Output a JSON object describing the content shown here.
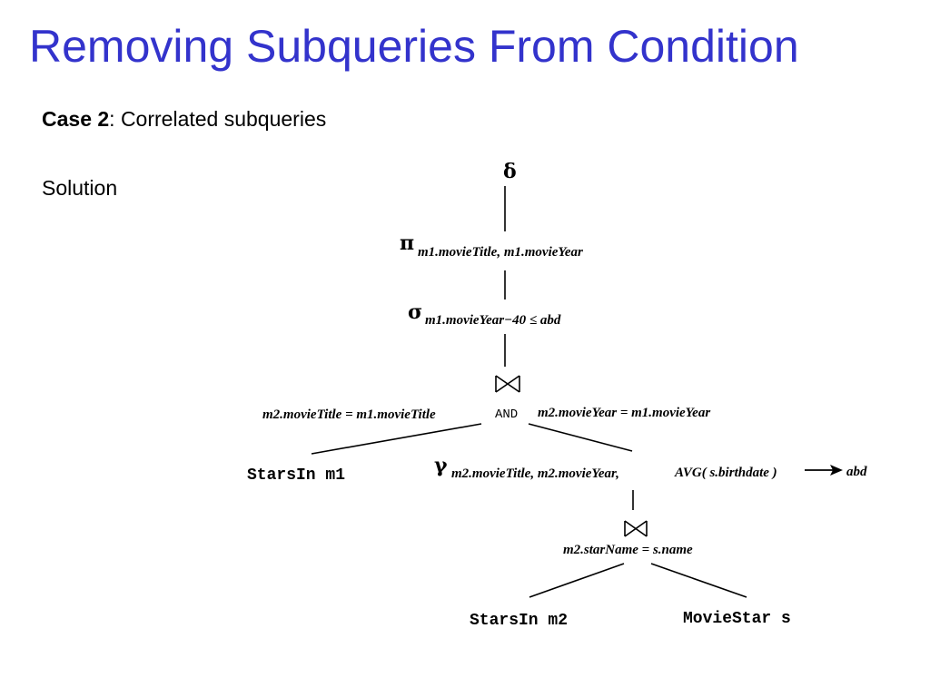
{
  "title": "Removing Subqueries From Condition",
  "case": {
    "label": "Case 2",
    "rest": ": Correlated subqueries"
  },
  "solution_label": "Solution",
  "tree": {
    "delta": "δ",
    "pi": "π",
    "pi_sub": "m1.movieTitle, m1.movieYear",
    "sigma": "σ",
    "sigma_sub": "m1.movieYear−40 ≤ abd",
    "join_top_left": "m2.movieTitle = m1.movieTitle",
    "join_top_and": "AND",
    "join_top_right": "m2.movieYear = m1.movieYear",
    "leaf_starsin_m1": "StarsIn m1",
    "gamma": "γ",
    "gamma_sub_a": "m2.movieTitle, m2.movieYear,",
    "gamma_sub_b": "AVG( s.birthdate )",
    "gamma_alias": "abd",
    "join_bottom_cond": "m2.starName = s.name",
    "leaf_starsin_m2": "StarsIn m2",
    "leaf_moviestar_s": "MovieStar s"
  }
}
